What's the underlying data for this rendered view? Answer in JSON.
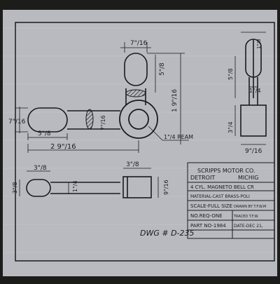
{
  "colors": {
    "frame": "#1c1c1a",
    "paper": "#b8bac0",
    "ink": "#1b1b1b",
    "grid": "#c9ccd2"
  },
  "dimensions": {
    "top_width": "7\"/16",
    "top_height": "5\"/8",
    "boss_height": "1 9\"/16",
    "right_top_small": "1\"/8",
    "right_height": "5\"/8",
    "right_width": "1\"/4",
    "right_bottom_height": "3\"/4",
    "right_bottom_width": "9\"/16",
    "left_height": "7\"/16",
    "left_width": "5\"/8",
    "center_dia": "7\"/16",
    "overall_length": "2 9\"/16",
    "ream_note": "1\"/4 REAM",
    "bottom_width": "3\"/8",
    "bottom_height": "3\"/8",
    "bottom_inner": "1\"/4",
    "bottom_right_width": "3\"/8",
    "bottom_right_height": "9\"/16"
  },
  "title_block": {
    "company": "SCRIPPS MOTOR CO.",
    "city": "DETROIT",
    "state": "MICHIG",
    "description": "4 CYL. MAGNETO BELL CR",
    "material": "MATERIAL-CAST BRASS-POLI",
    "scale": "SCALE-FULL SIZE",
    "drawn_by": "DRAWN BY T.F.W.M",
    "number_required": "NO.REQ-ONE",
    "traced_by": "TRACED T.F.W.",
    "part_number": "PART NO-1984",
    "date": "DATE-DEC 21,"
  },
  "drawing_number": "DWG # D-235"
}
